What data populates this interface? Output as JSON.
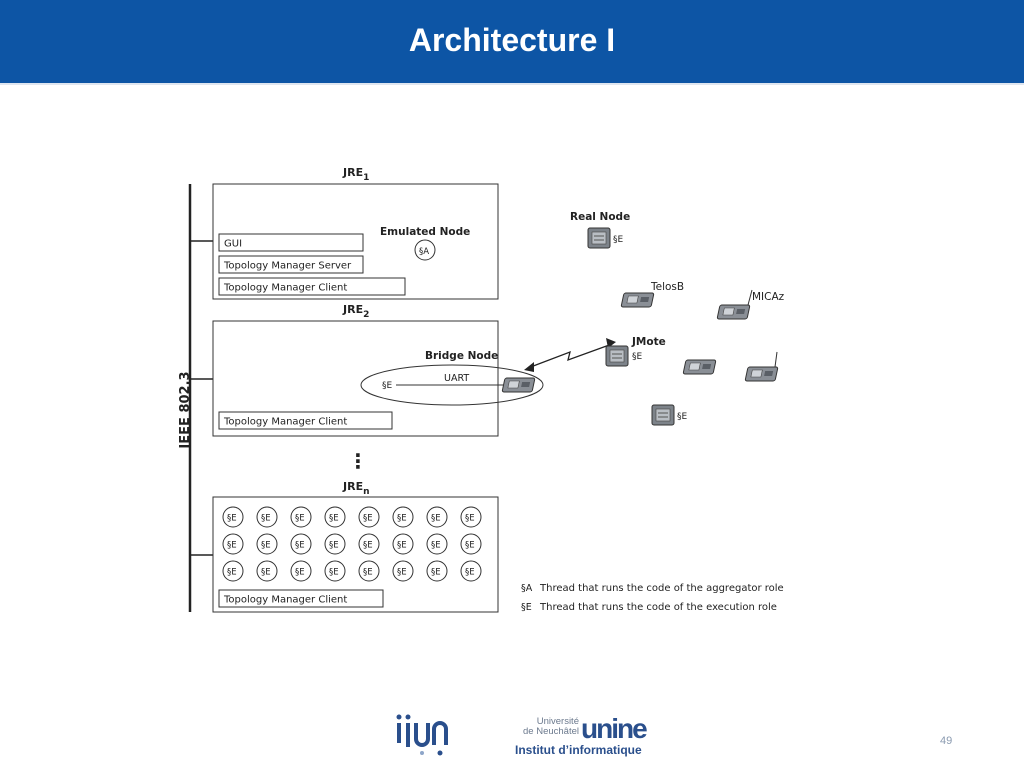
{
  "slide": {
    "title": "Architecture I",
    "page_number": "49",
    "header_color": "#0d55a5"
  },
  "diagram": {
    "bus_label": "IEEE 802.3",
    "jre_boxes": [
      {
        "name": "JRE",
        "sub": "1",
        "modules": [
          "GUI",
          "Topology Manager Server",
          "Topology Manager Client"
        ],
        "emulated_node_label": "Emulated Node",
        "thread_symbol": "A"
      },
      {
        "name": "JRE",
        "sub": "2",
        "modules": [
          "Topology Manager Client"
        ],
        "bridge_node_label": "Bridge Node",
        "uart_label": "UART",
        "thread_symbol": "E"
      },
      {
        "name": "JRE",
        "sub": "n",
        "modules": [
          "Topology Manager Client"
        ],
        "thread_grid": {
          "rows": 3,
          "cols": 8,
          "symbol": "E"
        }
      }
    ],
    "ellipsis": "⋮",
    "motes": {
      "real_node_label": "Real Node",
      "telosb_label": "TelosB",
      "micaz_label": "MICAz",
      "jmote_label": "JMote",
      "thread_symbol": "E"
    },
    "legend": [
      {
        "symbol": "A",
        "text": "Thread that runs the code of the aggregator role"
      },
      {
        "symbol": "E",
        "text": "Thread that runs the code of the execution role"
      }
    ]
  },
  "footer": {
    "logo_left_text": "iiun",
    "unine_line1": "Université",
    "unine_line2": "de Neuchâtel",
    "unine_wordmark": "unine",
    "unine_institute": "Institut d’informatique"
  }
}
